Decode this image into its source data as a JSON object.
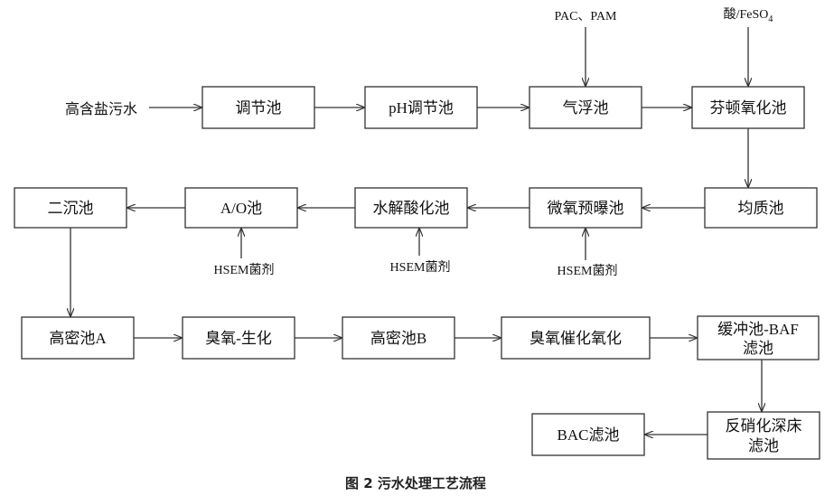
{
  "caption": "图 2 污水处理工艺流程",
  "input_label": "高含盐污水",
  "stages": {
    "tiaojie": "调节池",
    "ph": "pH调节池",
    "qifu": "气浮池",
    "fenton": "芬顿氧化池",
    "junzhi": "均质池",
    "weiyang": "微氧预曝池",
    "shuijie": "水解酸化池",
    "ao": "A/O池",
    "erchen": "二沉池",
    "gaomiA": "高密池A",
    "chouyang_shenghua": "臭氧-生化",
    "gaomiB": "高密池B",
    "chouyang_cuihua": "臭氧催化氧化",
    "baf_line1": "缓冲池-BAF",
    "baf_line2": "滤池",
    "fanxiao_line1": "反硝化深床",
    "fanxiao_line2": "滤池",
    "bac": "BAC滤池"
  },
  "reagents": {
    "pac_pam": "PAC、PAM",
    "acid_prefix": "酸/FeSO",
    "acid_sub": "4",
    "hsem_1": "HSEM菌剂",
    "hsem_2": "HSEM菌剂",
    "hsem_3": "HSEM菌剂"
  },
  "colors": {
    "stroke": "#333333",
    "text": "#111111"
  }
}
